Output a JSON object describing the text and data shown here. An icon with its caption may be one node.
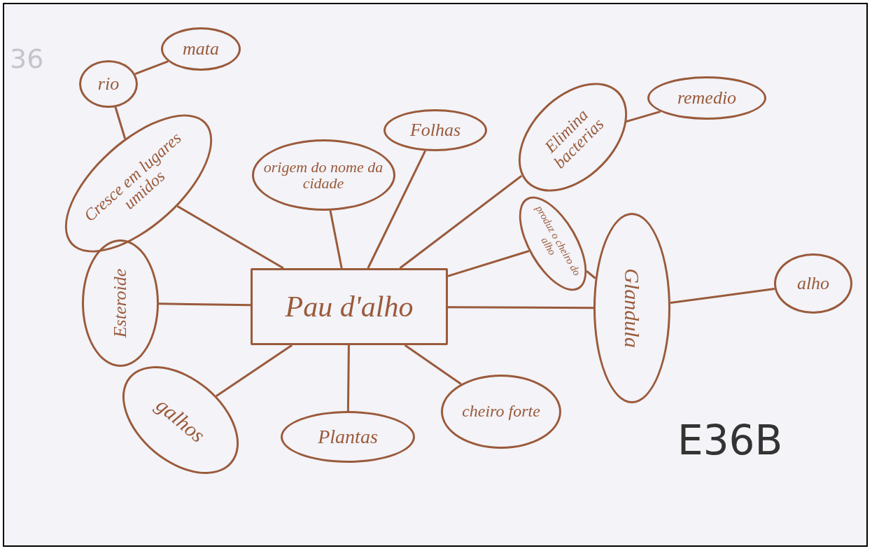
{
  "diagram": {
    "nodes": [
      {
        "text": [
          "Pau d'alho"
        ]
      },
      {
        "text": [
          "rio"
        ]
      },
      {
        "text": [
          "mata"
        ]
      },
      {
        "text": [
          "Cresce em lugares umidos"
        ]
      },
      {
        "text": [
          "origem do nome da cidade"
        ]
      },
      {
        "text": [
          "Folhas"
        ]
      },
      {
        "text": [
          "Elimina bacterias"
        ]
      },
      {
        "text": [
          "remedio"
        ]
      },
      {
        "text": [
          "produz o cheiro do alho"
        ]
      },
      {
        "text": [
          "Glandula"
        ]
      },
      {
        "text": [
          "alho"
        ]
      },
      {
        "text": [
          "Esteroide"
        ]
      },
      {
        "text": [
          "galhos"
        ]
      },
      {
        "text": [
          "Plantas"
        ]
      },
      {
        "text": [
          "cheiro forte"
        ]
      }
    ],
    "edges": [
      {
        "from": 1,
        "to": 2,
        "arrow": "none"
      },
      {
        "from": 1,
        "to": 3,
        "arrow": "none"
      },
      {
        "from": 3,
        "to": 0,
        "arrow": "none"
      },
      {
        "from": 4,
        "to": 0,
        "arrow": "none"
      },
      {
        "from": 5,
        "to": 0,
        "arrow": "none"
      },
      {
        "from": 6,
        "to": 7,
        "arrow": "none"
      },
      {
        "from": 0,
        "to": 6,
        "arrow": "none"
      },
      {
        "from": 0,
        "to": 8,
        "arrow": "none"
      },
      {
        "from": 8,
        "to": 9,
        "arrow": "none"
      },
      {
        "from": 0,
        "to": 9,
        "arrow": "none"
      },
      {
        "from": 9,
        "to": 10,
        "arrow": "none"
      },
      {
        "from": 0,
        "to": 11,
        "arrow": "none"
      },
      {
        "from": 0,
        "to": 12,
        "arrow": "none"
      },
      {
        "from": 0,
        "to": 13,
        "arrow": "none"
      },
      {
        "from": 0,
        "to": 14,
        "arrow": "none"
      }
    ],
    "labels": [
      "36",
      "E36B"
    ]
  }
}
